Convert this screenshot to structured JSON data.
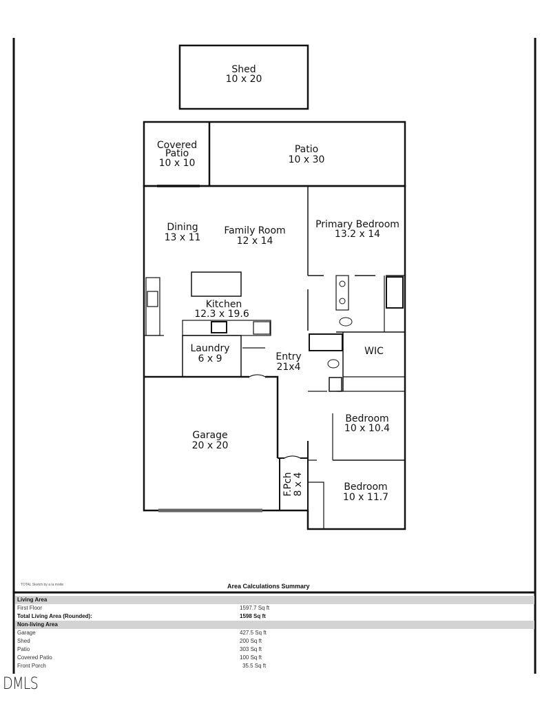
{
  "rooms": {
    "shed": {
      "name": "Shed",
      "size": "10 x 20"
    },
    "covered_patio": {
      "name1": "Covered",
      "name2": "Patio",
      "size": "10 x 10"
    },
    "patio": {
      "name": "Patio",
      "size": "10 x 30"
    },
    "dining": {
      "name": "Dining",
      "size": "13 x 11"
    },
    "family": {
      "name": "Family Room",
      "size": "12 x 14"
    },
    "primary": {
      "name": "Primary Bedroom",
      "size": "13.2 x 14"
    },
    "kitchen": {
      "name": "Kitchen",
      "size": "12.3 x 19.6"
    },
    "laundry": {
      "name": "Laundry",
      "size": "6 x 9"
    },
    "entry": {
      "name": "Entry",
      "size": "21x4"
    },
    "wic": {
      "name": "WIC"
    },
    "garage": {
      "name": "Garage",
      "size": "20 x 20"
    },
    "bedroom1": {
      "name": "Bedroom",
      "size": "10 x 10.4"
    },
    "bedroom2": {
      "name": "Bedroom",
      "size": "10 x 11.7"
    },
    "porch": {
      "name": "F.Pch",
      "size": "8 x 4"
    }
  },
  "summary": {
    "credit": "TOTAL Sketch by a la mode",
    "title": "Area Calculations Summary",
    "living_header": "Living Area",
    "first_floor_label": "First Floor",
    "first_floor_value": "1597.7 Sq ft",
    "total_label": "Total Living Area (Rounded):",
    "total_value": "1598 Sq ft",
    "nonliving_header": "Non-living Area",
    "nonliving": [
      {
        "label": "Garage",
        "value": "427.5 Sq ft"
      },
      {
        "label": "Shed",
        "value": "200 Sq ft"
      },
      {
        "label": "Patio",
        "value": "303 Sq ft"
      },
      {
        "label": "Covered Patio",
        "value": "100 Sq ft"
      },
      {
        "label": "Front Porch",
        "value": "35.5 Sq ft"
      }
    ]
  },
  "watermark": "DMLS"
}
